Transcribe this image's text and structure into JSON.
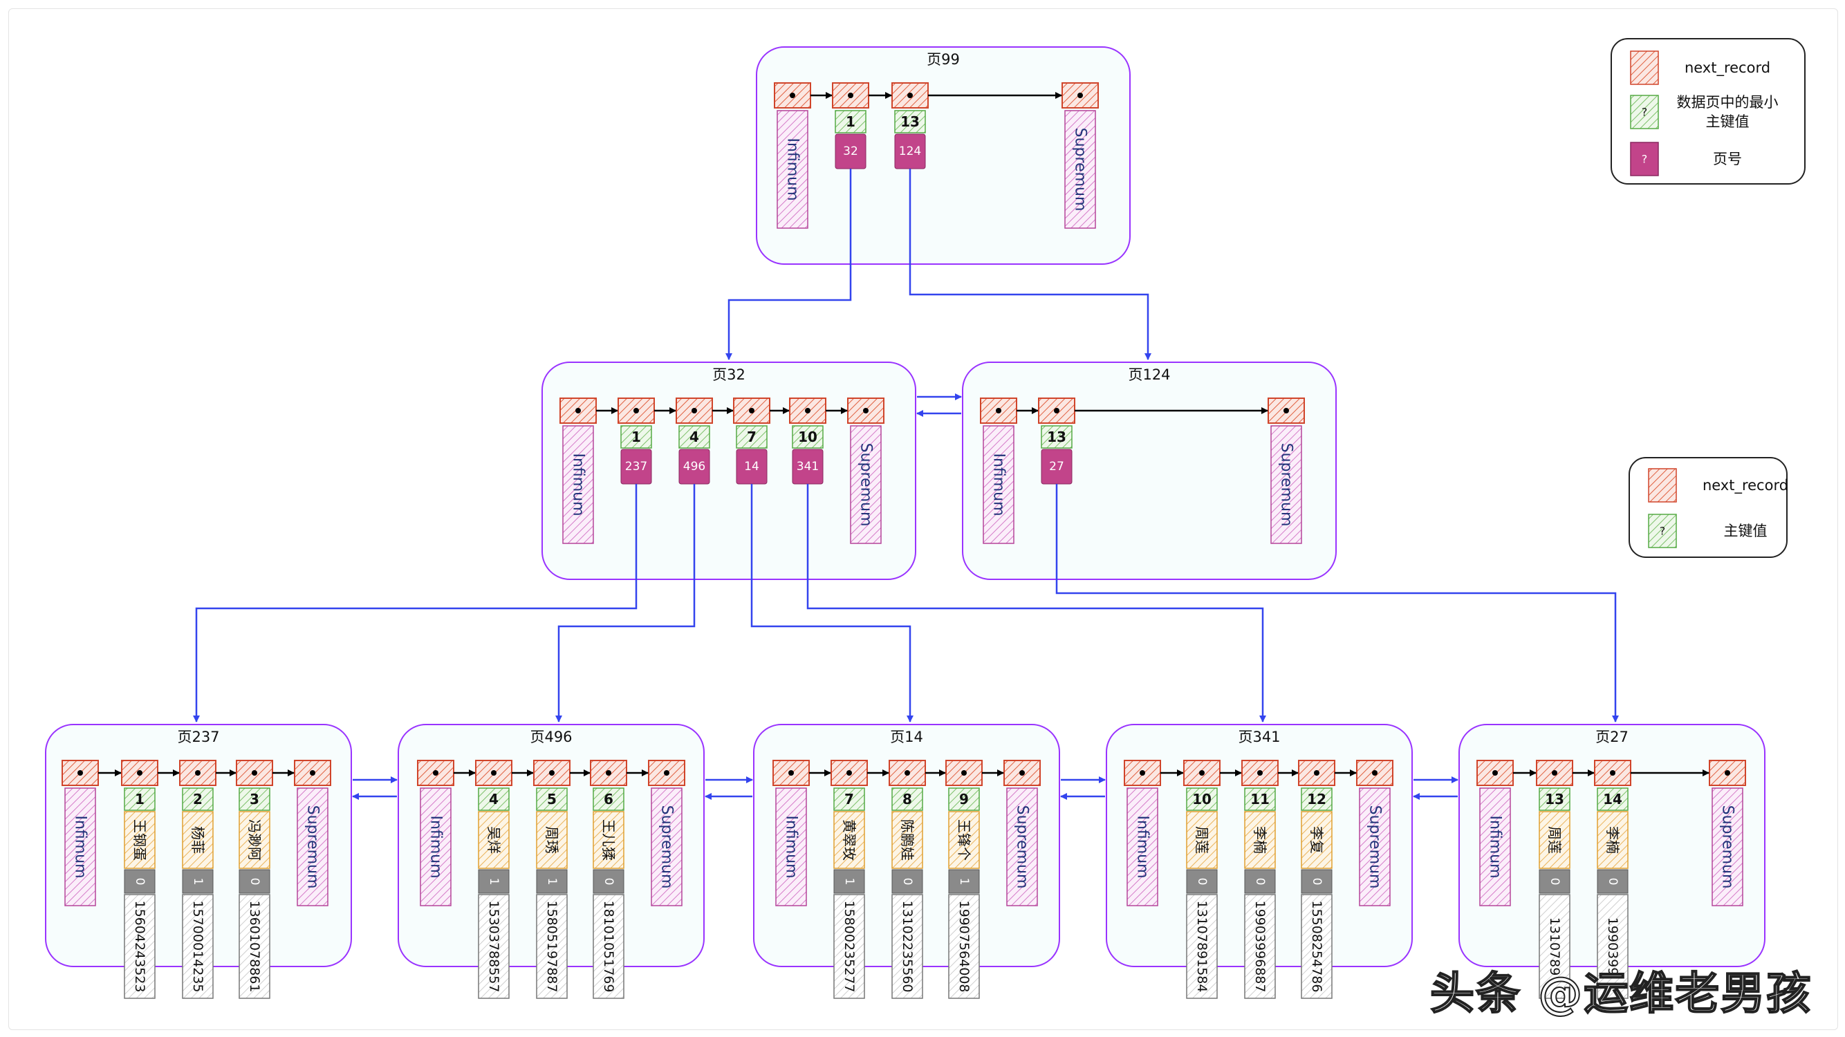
{
  "root": {
    "title": "页99",
    "keys": [
      "1",
      "13"
    ],
    "pointers": [
      "32",
      "124"
    ]
  },
  "internal": [
    {
      "title": "页32",
      "keys": [
        "1",
        "4",
        "7",
        "10"
      ],
      "pointers": [
        "237",
        "496",
        "14",
        "341"
      ]
    },
    {
      "title": "页124",
      "keys": [
        "13"
      ],
      "pointers": [
        "27"
      ]
    }
  ],
  "leaves": [
    {
      "title": "页237",
      "records": [
        {
          "id": "1",
          "name": "王钢蛋",
          "flag": "0",
          "phone": "15604243523"
        },
        {
          "id": "2",
          "name": "杨菲",
          "flag": "1",
          "phone": "15700014235"
        },
        {
          "id": "3",
          "name": "冯渺阿",
          "flag": "0",
          "phone": "13601078861"
        }
      ]
    },
    {
      "title": "页496",
      "records": [
        {
          "id": "4",
          "name": "吴烊",
          "flag": "1",
          "phone": "15303788557"
        },
        {
          "id": "5",
          "name": "周琇",
          "flag": "1",
          "phone": "15805197887"
        },
        {
          "id": "6",
          "name": "王儿猱",
          "flag": "0",
          "phone": "18101051769"
        }
      ]
    },
    {
      "title": "页14",
      "records": [
        {
          "id": "7",
          "name": "黄翠玫",
          "flag": "1",
          "phone": "15800235277"
        },
        {
          "id": "8",
          "name": "陈鹏娃",
          "flag": "0",
          "phone": "13102235560"
        },
        {
          "id": "9",
          "name": "王锋个",
          "flag": "1",
          "phone": "19907564008"
        }
      ]
    },
    {
      "title": "页341",
      "records": [
        {
          "id": "10",
          "name": "周莲",
          "flag": "0",
          "phone": "13107891584"
        },
        {
          "id": "11",
          "name": "李楠",
          "flag": "0",
          "phone": "19903996887"
        },
        {
          "id": "12",
          "name": "李复",
          "flag": "0",
          "phone": "15508254786"
        }
      ]
    },
    {
      "title": "页27",
      "records": [
        {
          "id": "13",
          "name": "周莲",
          "flag": "0",
          "phone": "1310789"
        },
        {
          "id": "14",
          "name": "李楠",
          "flag": "0",
          "phone": "1990399"
        }
      ]
    }
  ],
  "infimum_label": "Infimum",
  "supremum_label": "Supremum",
  "legend_top": {
    "items": [
      {
        "mark": "",
        "label": "next_record"
      },
      {
        "mark": "?",
        "label": "数据页中的最小主键值"
      },
      {
        "mark": "?",
        "label": "页号"
      }
    ]
  },
  "legend_bottom": {
    "items": [
      {
        "mark": "",
        "label": "next_record"
      },
      {
        "mark": "?",
        "label": "主键值"
      }
    ]
  },
  "watermark": "头条 @运维老男孩",
  "colors": {
    "page_border": "#9933ff",
    "page_fill": "#f7fdfd",
    "next_record_stroke": "#d0442a",
    "key_stroke": "#55aa44",
    "pointer_fill": "#c2448a",
    "boundary_stroke": "#b5459a",
    "name_stroke": "#e0a030",
    "flag_fill": "#8a8a8a",
    "link": "#3344ee"
  }
}
